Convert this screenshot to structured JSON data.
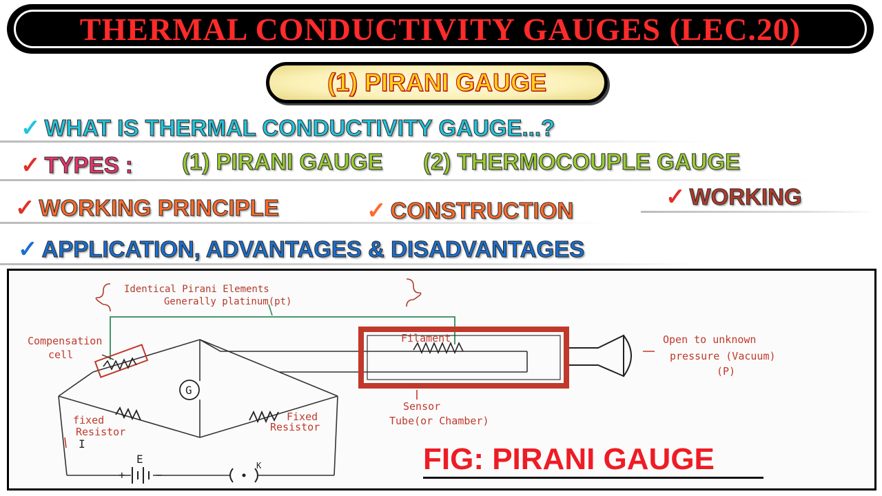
{
  "title": "THERMAL CONDUCTIVITY GAUGES (LEC.20)",
  "subtitle": "(1) PIRANI GAUGE",
  "bullets": {
    "what_is": "WHAT IS THERMAL CONDUCTIVITY GAUGE...?",
    "types_label": "TYPES :",
    "type_1": "(1) PIRANI GAUGE",
    "type_2": "(2) THERMOCOUPLE GAUGE",
    "working_principle": "WORKING PRINCIPLE",
    "construction": "CONSTRUCTION",
    "working": "WORKING",
    "application": "APPLICATION, ADVANTAGES & DISADVANTAGES"
  },
  "check_glyph": "✓",
  "figure": {
    "note_line_1": "Identical Pirani Elements",
    "note_line_2": "Generally platinum(pt)",
    "compensation_1": "Compensation",
    "compensation_2": "cell",
    "filament": "Filament",
    "open_1": "Open to unknown",
    "open_2": "pressure (Vacuum)",
    "open_3": "(P)",
    "sensor_1": "Sensor",
    "sensor_2": "Tube(or Chamber)",
    "fixed_left_1": "fixed",
    "fixed_left_2": "Resistor",
    "fixed_right_1": "Fixed",
    "fixed_right_2": "Resistor",
    "galvanometer": "G",
    "current": "I",
    "emf": "E",
    "key": "K",
    "plus": "+",
    "minus": "−",
    "caption": "FIG: PIRANI GAUGE"
  },
  "colors": {
    "title_red": "#ff2b2b",
    "cyan": "#22c4dd",
    "red_check": "#e0302a",
    "pink": "#e8356c",
    "olive": "#9acd32",
    "orange": "#ff6a2a",
    "brown_red": "#b23a2a",
    "blue": "#1a6fd0",
    "caption_red": "#ee1c25",
    "chamber": "#c0392b",
    "wire_green": "#2e8b57"
  }
}
